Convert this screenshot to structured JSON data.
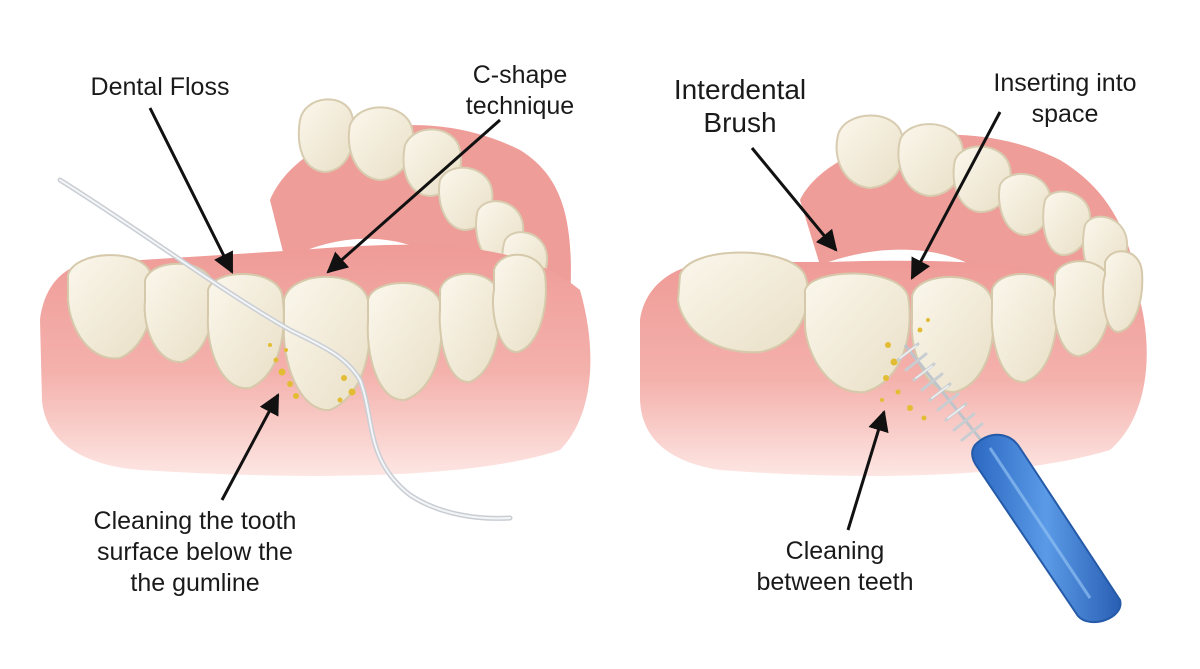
{
  "left_panel": {
    "dental_floss_label": "Dental Floss",
    "c_shape_label": [
      "C-shape",
      "technique"
    ],
    "gumline_label": [
      "Cleaning the tooth",
      "surface below the",
      "the gumline"
    ]
  },
  "right_panel": {
    "interdental_label": [
      "Interdental",
      "Brush"
    ],
    "inserting_label": [
      "Inserting into",
      "space"
    ],
    "between_label": [
      "Cleaning",
      "between teeth"
    ]
  },
  "colors": {
    "gum": "#f0a5a0",
    "gum_dark": "#e08a86",
    "tooth": "#f6efdc",
    "tooth_shadow": "#ddd2b8",
    "plaque": "#e6c23a",
    "floss": "#d9dde2",
    "brush_handle": "#3d7fd6",
    "arrow": "#111111"
  }
}
